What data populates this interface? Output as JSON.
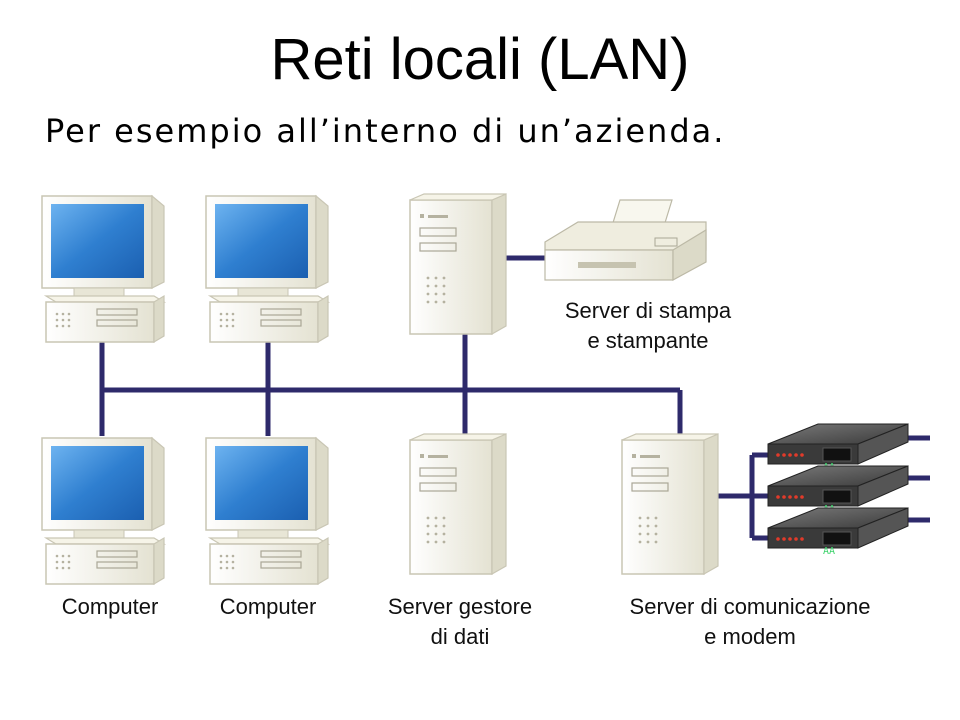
{
  "slide": {
    "title": "Reti locali (LAN)",
    "subtitle": "Per esempio all’interno di un’azienda."
  },
  "nodes": {
    "computer_1": {
      "label": "Computer"
    },
    "computer_2": {
      "label": "Computer"
    },
    "data_server": {
      "line1": "Server gestore",
      "line2": "di dati"
    },
    "print_server": {
      "line1": "Server di stampa",
      "line2": "e stampante"
    },
    "comm_server": {
      "line1": "Server di comunicazione",
      "line2": "e modem"
    }
  },
  "modems": [
    {
      "display": "AA"
    },
    {
      "display": "AA"
    },
    {
      "display": "AA"
    }
  ],
  "colors": {
    "network_line": "#2e2a6b",
    "screen": "#2f7fd0",
    "device_body": "#f2f0e2",
    "modem_body": "#3a3a3a"
  }
}
